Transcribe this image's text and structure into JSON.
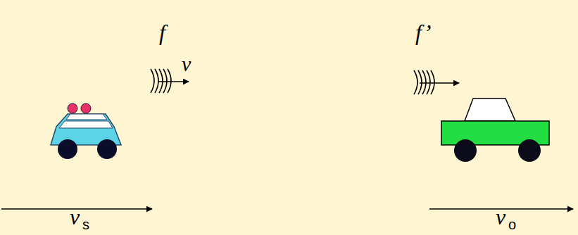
{
  "diagram": {
    "labels": [
      "f",
      "v",
      "f’",
      "v",
      "s",
      "v",
      "o"
    ]
  }
}
